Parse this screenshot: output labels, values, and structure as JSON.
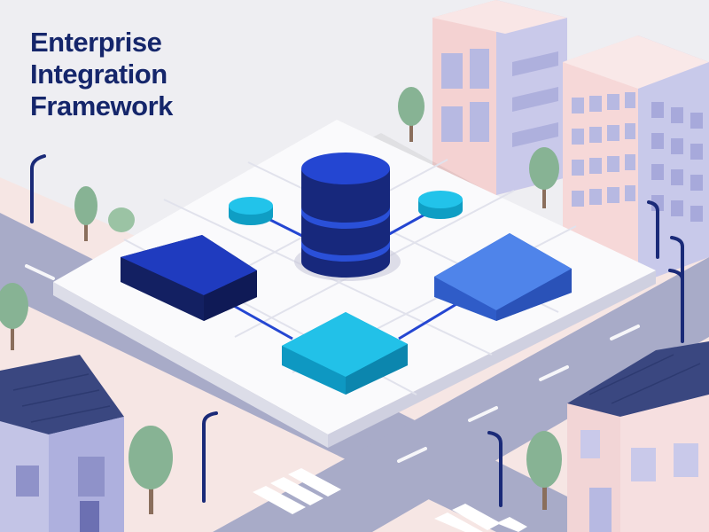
{
  "headline": {
    "lines": [
      "Enterprise",
      "Integration",
      "Framework"
    ]
  },
  "palette": {
    "navy": "#15266b",
    "royal-blue": "#1f3fd0",
    "bright-blue": "#4d82ea",
    "cyan": "#1ec0e6",
    "building-pink": "#f6dcdc",
    "building-lavender": "#c7c8e8",
    "road": "#a3a6c4",
    "tree-green": "#88b596"
  },
  "icons": [
    "database-cylinder-icon",
    "data-node-icon",
    "platform-module-icon",
    "tree-icon",
    "street-lamp-icon",
    "building-icon",
    "house-icon",
    "crosswalk-icon"
  ]
}
